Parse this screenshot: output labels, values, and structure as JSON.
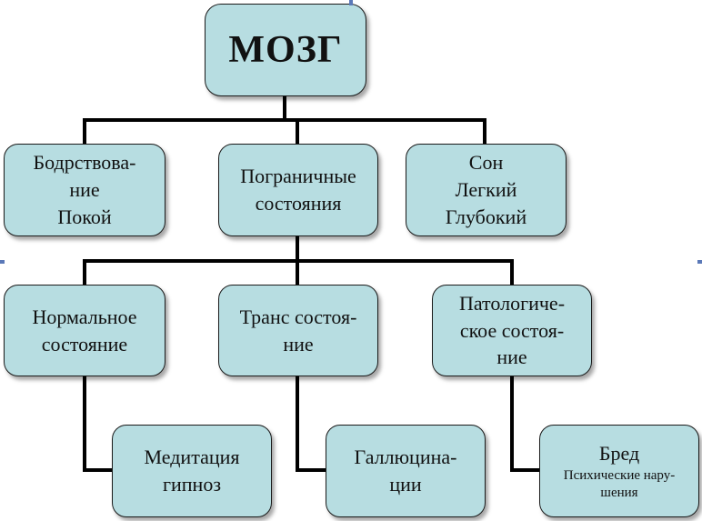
{
  "root": {
    "label": "МОЗГ"
  },
  "level1": [
    {
      "lines": [
        "Бодрствова-",
        "ние",
        "Покой"
      ]
    },
    {
      "lines": [
        "Пограничные",
        "состояния"
      ]
    },
    {
      "lines": [
        "Сон",
        "Легкий",
        "Глубокий"
      ]
    }
  ],
  "level2": [
    {
      "lines": [
        "Нормальное",
        "состояние"
      ]
    },
    {
      "lines": [
        "Транс состоя-",
        "ние"
      ]
    },
    {
      "lines": [
        "Патологиче-",
        "ское состоя-",
        "ние"
      ]
    }
  ],
  "level3": [
    {
      "lines": [
        "Медитация",
        "гипноз"
      ]
    },
    {
      "lines": [
        "Галлюцина-",
        "ции"
      ]
    },
    {
      "title": "Бред",
      "lines": [
        "Психические нару-",
        "шения"
      ]
    }
  ],
  "colors": {
    "box_fill": "#b7dde1",
    "stroke": "#000000"
  }
}
